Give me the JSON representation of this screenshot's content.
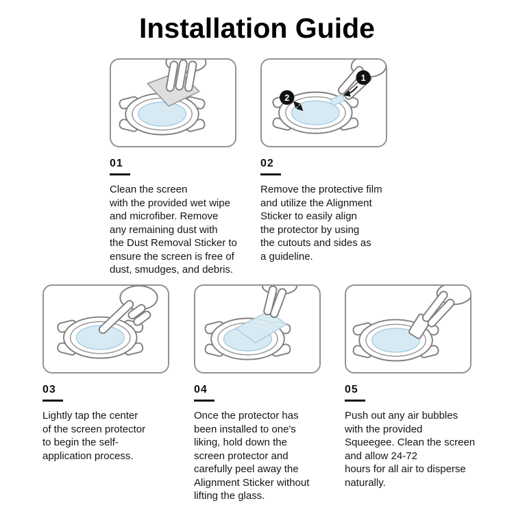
{
  "title": "Installation Guide",
  "colors": {
    "ink": "#111111",
    "line_gray": "#7f7f7f",
    "panel_border": "#8f9398",
    "film_blue": "#d7eaf4",
    "wipe_gray": "#dedede"
  },
  "steps": [
    {
      "number": "01",
      "illustration": "hands-cleaning-watch-screen-with-wet-wipe",
      "text": "Clean the screen\nwith the provided wet wipe\nand microfiber. Remove\nany remaining dust with\nthe Dust Removal Sticker to\nensure the screen is free of\ndust, smudges, and debris."
    },
    {
      "number": "02",
      "illustration": "hands-aligning-protector-with-alignment-sticker",
      "badges": [
        "1",
        "2"
      ],
      "text": "Remove the protective film\nand utilize the Alignment\nSticker to easily align\nthe protector by using\nthe cutouts and sides as\na guideline."
    },
    {
      "number": "03",
      "illustration": "finger-tapping-center-of-screen-protector",
      "text": "Lightly tap the center\nof the screen protector\nto begin the self-\napplication process."
    },
    {
      "number": "04",
      "illustration": "hand-peeling-alignment-sticker-from-protector",
      "text": "Once the protector has\nbeen installed to one's\nliking, hold down the\nscreen protector and\ncarefully peel away the\nAlignment Sticker without\nlifting the glass."
    },
    {
      "number": "05",
      "illustration": "hand-pushing-out-air-bubbles-with-squeegee",
      "text": "Push out any air bubbles\nwith the provided\nSqueegee. Clean the screen\nand allow 24-72\nhours for all air to disperse\nnaturally."
    }
  ]
}
